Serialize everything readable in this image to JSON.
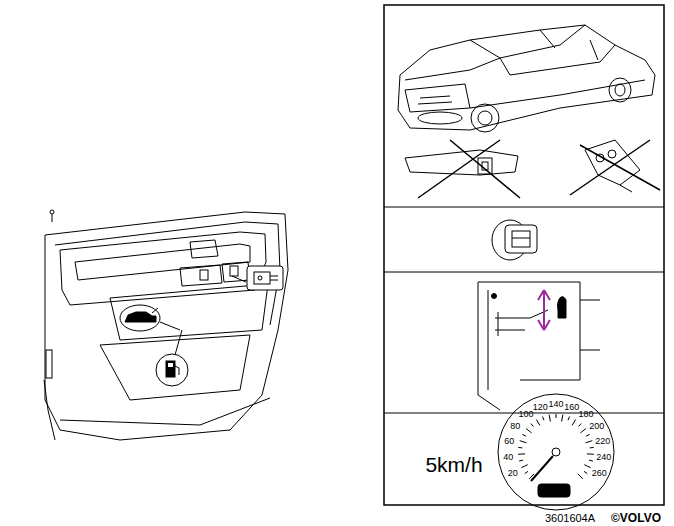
{
  "diagram": {
    "labels": [
      "5km/h",
      "20",
      "40",
      "60",
      "80",
      "100",
      "120",
      "140",
      "160",
      "180",
      "200",
      "220",
      "240",
      "260",
      "3601604A",
      "©VOLVO"
    ]
  }
}
